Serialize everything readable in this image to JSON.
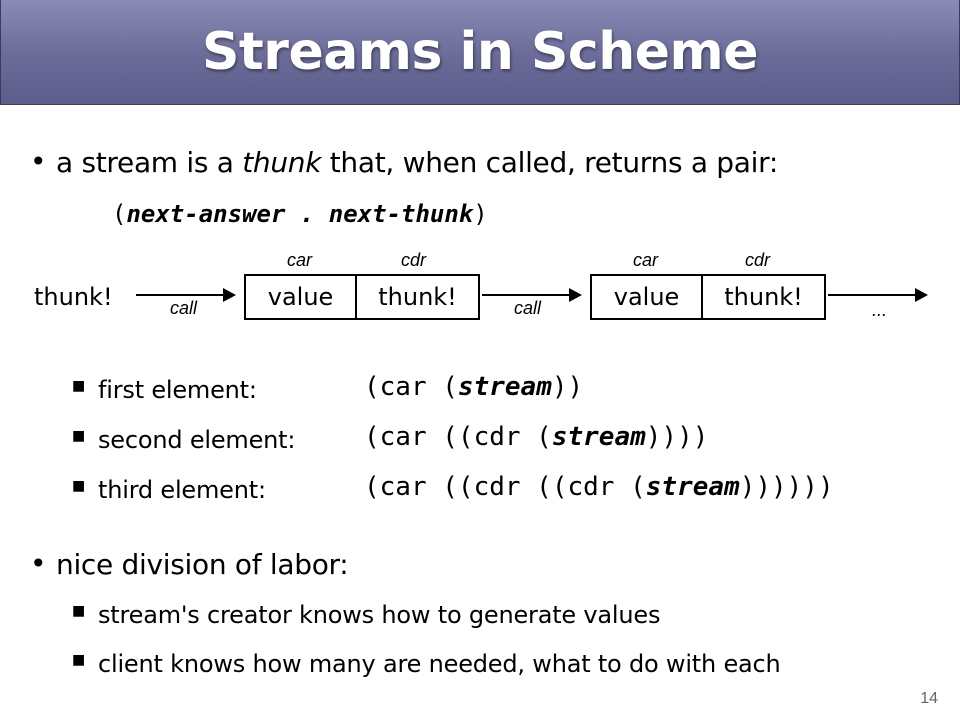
{
  "slide": {
    "title": "Streams in Scheme",
    "bullet1": {
      "pre": "a stream is a ",
      "em": "thunk",
      "post": " that, when called, returns a pair:"
    },
    "pair": {
      "open": "(",
      "first": "next-answer",
      "sep": " . ",
      "second": "next-thunk",
      "close": ")"
    },
    "diagram": {
      "start_label": "thunk!",
      "call_label": "call",
      "car_label": "car",
      "cdr_label": "cdr",
      "value_label": "value",
      "thunk_label": "thunk!",
      "ellipsis": "..."
    },
    "elements": [
      {
        "label": "first element:",
        "pre": "(car (",
        "stream": "stream",
        "post": "))"
      },
      {
        "label": "second element:",
        "pre": "(car ((cdr (",
        "stream": "stream",
        "post": "))))"
      },
      {
        "label": "third element:",
        "pre": "(car ((cdr ((cdr (",
        "stream": "stream",
        "post": "))))))"
      }
    ],
    "bullet2": "nice division of labor:",
    "labor": [
      "stream's creator knows how to generate values",
      "client knows how many are needed, what to do with each"
    ],
    "page_number": "14",
    "bullet_glyph": "•",
    "sub_bullet_glyph": "■"
  }
}
